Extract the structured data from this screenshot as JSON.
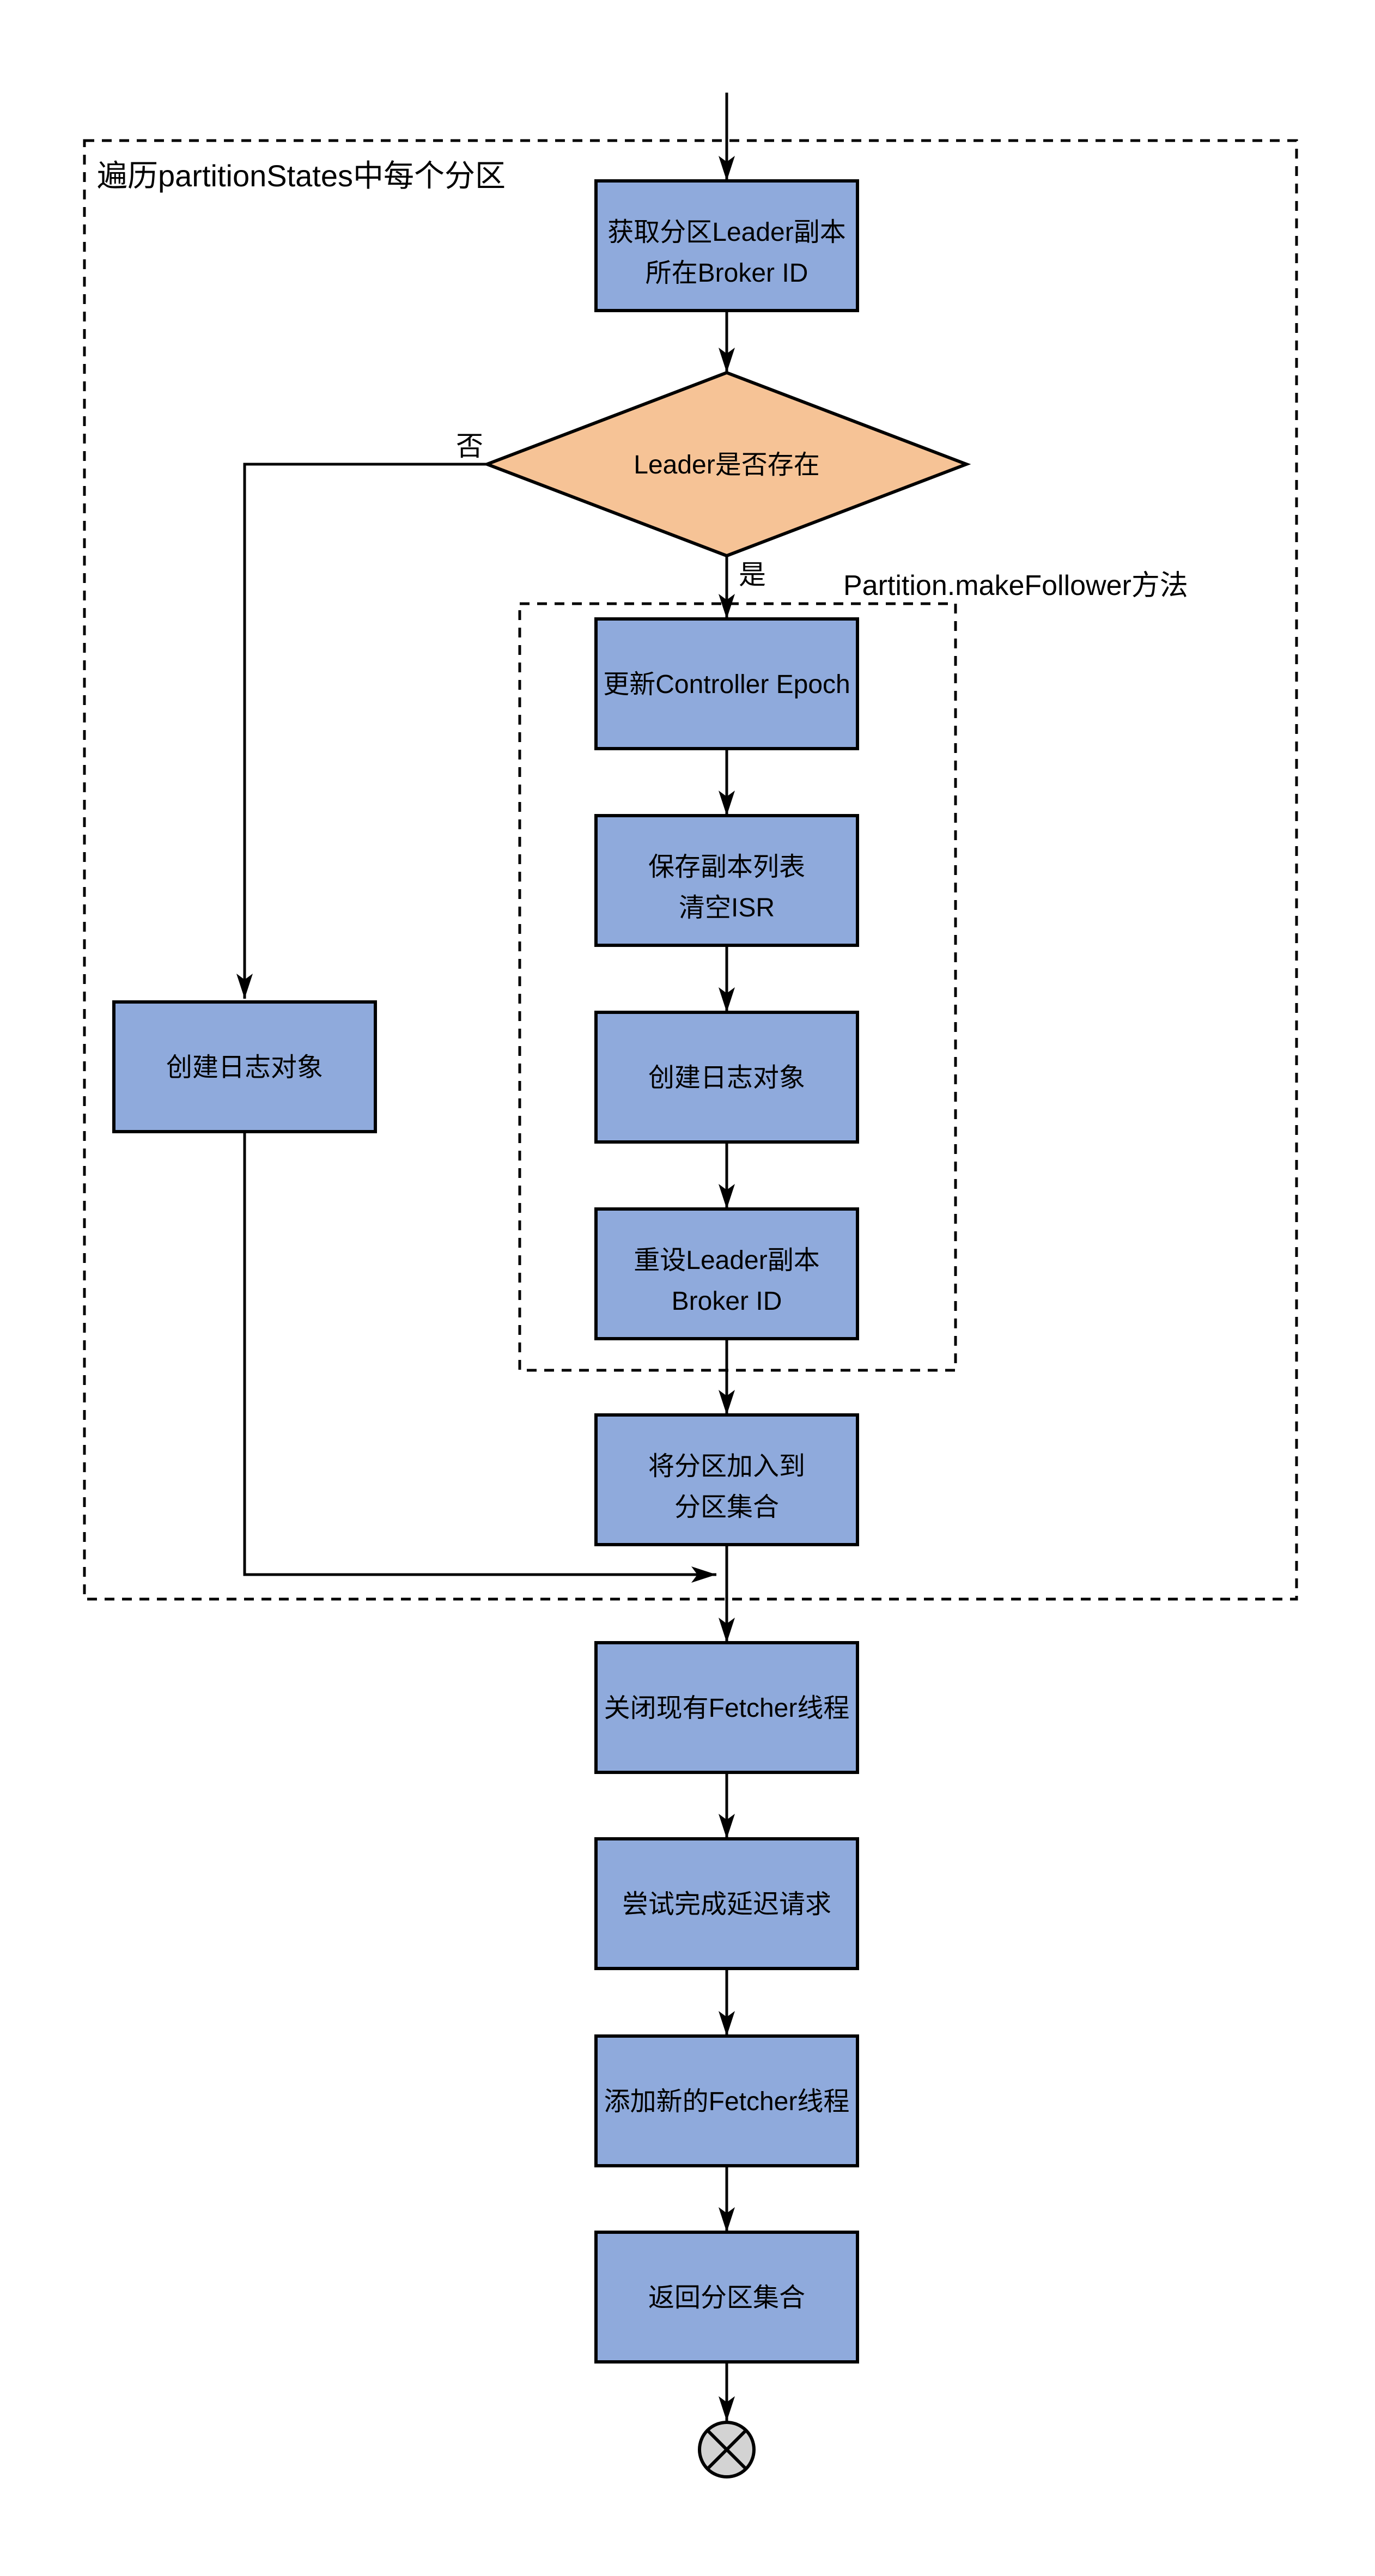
{
  "diagram": {
    "outer_group_label": "遍历partitionStates中每个分区",
    "inner_group_label": "Partition.makeFollower方法",
    "branch_labels": {
      "no": "否",
      "yes": "是"
    },
    "colors": {
      "process_fill": "#8FAADC",
      "decision_fill": "#F6C396",
      "terminator_fill": "#D3D3D3",
      "line_color": "#000000"
    },
    "nodes": {
      "fetch_broker": {
        "lines": [
          "获取分区Leader副本",
          "所在Broker ID"
        ]
      },
      "leader_exists": {
        "label": "Leader是否存在"
      },
      "update_epoch": {
        "label": "更新Controller Epoch"
      },
      "save_replicas": {
        "lines": [
          "保存副本列表",
          "清空ISR"
        ]
      },
      "create_log_inner": {
        "label": "创建日志对象"
      },
      "reset_leader": {
        "lines": [
          "重设Leader副本",
          "Broker ID"
        ]
      },
      "create_log_left": {
        "label": "创建日志对象"
      },
      "add_partition": {
        "lines": [
          "将分区加入到",
          "分区集合"
        ]
      },
      "close_fetcher": {
        "label": "关闭现有Fetcher线程"
      },
      "complete_delayed": {
        "label": "尝试完成延迟请求"
      },
      "add_fetcher": {
        "label": "添加新的Fetcher线程"
      },
      "return_partitions": {
        "label": "返回分区集合"
      }
    }
  }
}
